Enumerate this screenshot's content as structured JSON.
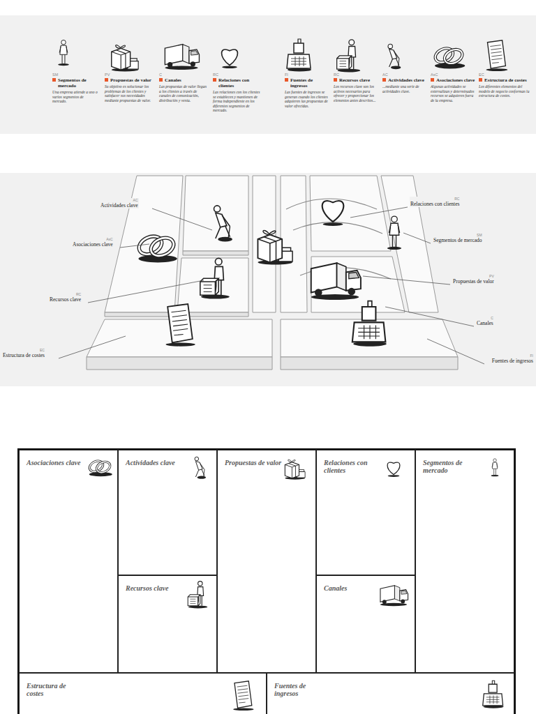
{
  "diagram": {
    "nodes": [
      {
        "text": [
          "Asociaciones clave"
        ]
      },
      {
        "text": [
          "Actividades clave"
        ]
      },
      {
        "text": [
          "Propuestas de valor"
        ]
      },
      {
        "text": [
          "Relaciones con clientes"
        ]
      },
      {
        "text": [
          "Segmentos de mercado"
        ]
      },
      {
        "text": [
          "Recursos clave"
        ]
      },
      {
        "text": [
          "Canales"
        ]
      },
      {
        "text": [
          "Estructura de costes"
        ]
      },
      {
        "text": [
          "Fuentes de ingresos"
        ]
      }
    ],
    "labels": [
      "SM",
      "Segmentos de mercado",
      "Una empresa atiende a uno o varios segmentos de mercado.",
      "PV",
      "Propuestas de valor",
      "Su objetivo es solucionar los problemas de los clientes y satisfacer sus necesidades mediante propuestas de valor.",
      "C",
      "Canales",
      "Las propuestas de valor llegan a los clientes a través de canales de comunicación, distribución y venta.",
      "RC",
      "Relaciones con clientes",
      "Las relaciones con los clientes se establecen y mantienen de forma independiente en los diferentes segmentos de mercado.",
      "FI",
      "Fuentes de ingresos",
      "Las fuentes de ingresos se generan cuando los clientes adquieren las propuestas de valor ofrecidas.",
      "RC",
      "Recursos clave",
      "Los recursos clave son los activos necesarios para ofrecer y proporcionar los elementos antes descritos...",
      "AC",
      "Actividades clave",
      "...mediante una serie de actividades clave.",
      "AsC",
      "Asociaciones clave",
      "Algunas actividades se externalizan y determinados recursos se adquieren fuera de la empresa.",
      "EC",
      "Estructura de costes",
      "Los diferentes elementos del modelo de negocio conforman la estructura de costes.",
      "AC",
      "Actividades clave",
      "AsC",
      "Asociaciones clave",
      "RC",
      "Recursos clave",
      "EC",
      "Estructura de costes",
      "RC",
      "Relaciones con clientes",
      "SM",
      "Segmentos de mercado",
      "PV",
      "Propuestas de valor",
      "C",
      "Canales",
      "FI",
      "Fuentes de ingresos"
    ]
  }
}
